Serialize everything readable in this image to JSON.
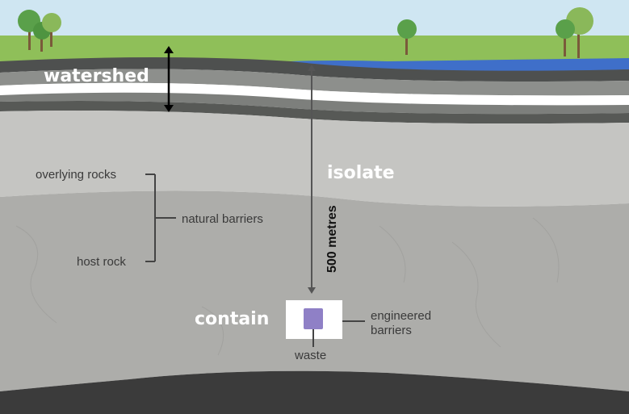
{
  "labels": {
    "watershed": "watershed",
    "isolate": "isolate",
    "overlying_rocks": "overlying rocks",
    "natural_barriers": "natural barriers",
    "host_rock": "host rock",
    "depth": "500 metres",
    "contain": "contain",
    "engineered_barriers_line1": "engineered",
    "engineered_barriers_line2": "barriers",
    "waste": "waste"
  },
  "colors": {
    "sky": "#cfe6f2",
    "grass": "#8fbf59",
    "water": "#3f6fc9",
    "upper_rock": "#c5c5c2",
    "host_rock": "#adadaa",
    "bedrock": "#3b3b3b",
    "waste": "#8f80c6"
  }
}
